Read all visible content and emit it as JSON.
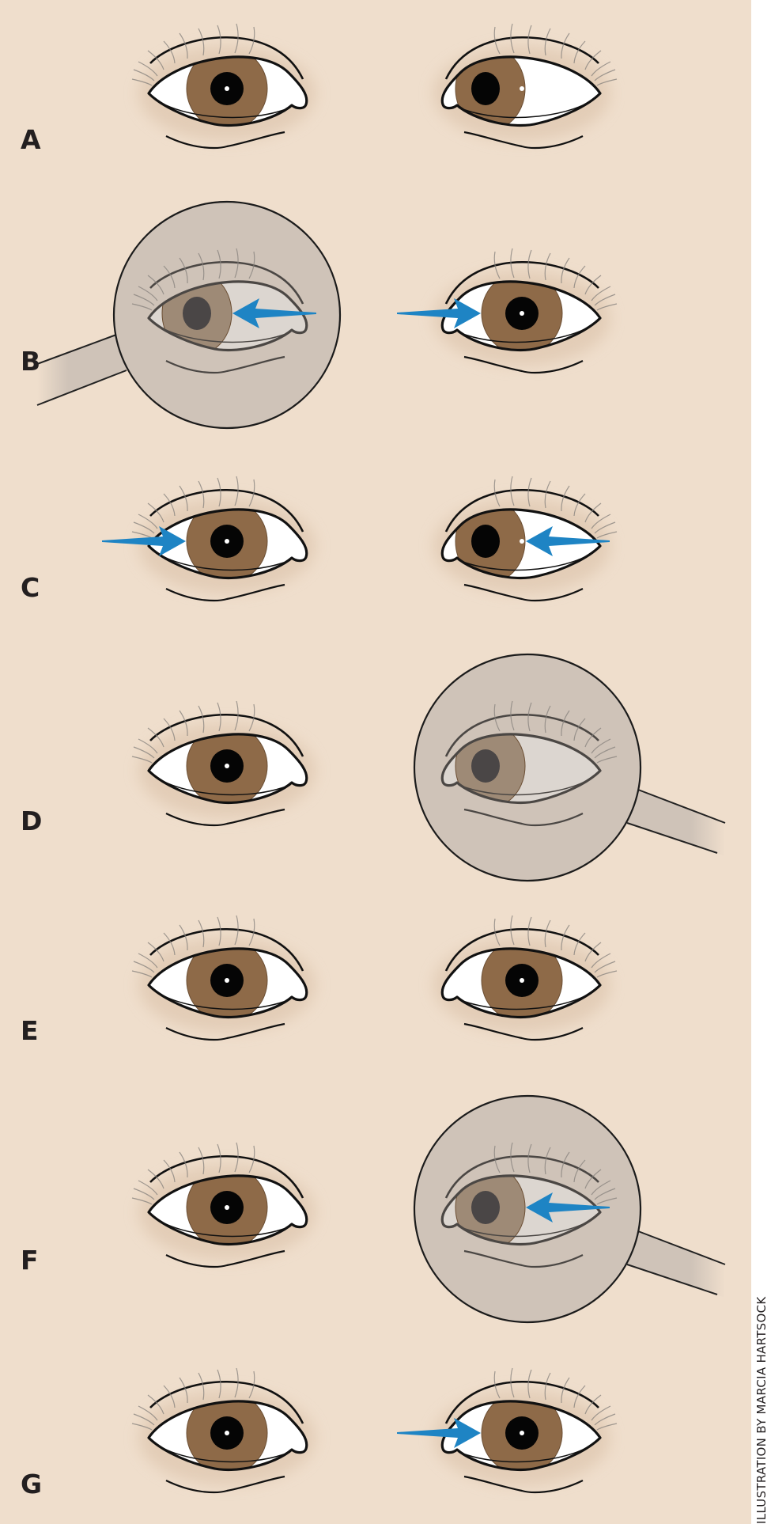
{
  "figure": {
    "colors": {
      "background": "#efdecc",
      "iris": "#8e6a48",
      "iris_dim": "#9e8a76",
      "pupil": "#050505",
      "pupil_dim": "#4a4646",
      "sclera": "#ffffff",
      "sclera_dim": "#dcd6d0",
      "outline": "#111111",
      "outline_dim": "#4b4744",
      "lashes": "#8a8480",
      "arrow": "#1e84c4",
      "occluder": "#cfc3b8",
      "label": "#231f20"
    },
    "rows": [
      {
        "label": "A",
        "left": {
          "gaze": "center",
          "covered": false,
          "arrow": null
        },
        "right": {
          "gaze": "out",
          "covered": false,
          "arrow": null
        }
      },
      {
        "label": "B",
        "left": {
          "gaze": "in",
          "covered": true,
          "arrow": "from-outer-pointing-in"
        },
        "right": {
          "gaze": "center",
          "covered": false,
          "arrow": "from-outer-pointing-in"
        }
      },
      {
        "label": "C",
        "left": {
          "gaze": "center",
          "covered": false,
          "arrow": "from-inner-pointing-out"
        },
        "right": {
          "gaze": "out",
          "covered": false,
          "arrow": "from-inner-pointing-out"
        }
      },
      {
        "label": "D",
        "left": {
          "gaze": "center",
          "covered": false,
          "arrow": null
        },
        "right": {
          "gaze": "out",
          "covered": true,
          "arrow": null
        }
      },
      {
        "label": "E",
        "left": {
          "gaze": "center",
          "covered": false,
          "arrow": null
        },
        "right": {
          "gaze": "center",
          "covered": false,
          "arrow": null
        }
      },
      {
        "label": "F",
        "left": {
          "gaze": "center",
          "covered": false,
          "arrow": null
        },
        "right": {
          "gaze": "out",
          "covered": true,
          "arrow": "from-inner-pointing-out"
        }
      },
      {
        "label": "G",
        "left": {
          "gaze": "center",
          "covered": false,
          "arrow": null
        },
        "right": {
          "gaze": "center",
          "covered": false,
          "arrow": "from-outer-pointing-in"
        }
      }
    ],
    "credit": "ILLUSTRATION BY MARCIA HARTSOCK"
  }
}
